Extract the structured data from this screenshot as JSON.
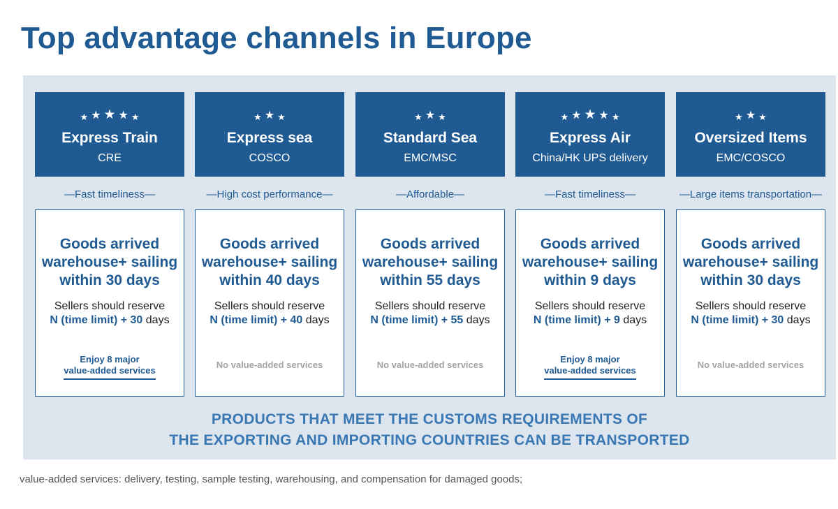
{
  "title": "Top advantage channels in Europe",
  "channels": [
    {
      "name": "Express Train",
      "carrier": "CRE",
      "stars": 5,
      "tagline": "—Fast timeliness—",
      "headline": [
        "Goods arrived",
        "warehouse+ sailing",
        "within 30 days"
      ],
      "reserve_prefix": "Sellers should reserve",
      "reserve_formula": "N (time limit) + 30",
      "reserve_unit": "days",
      "services": [
        "Enjoy 8 major",
        "value-added services"
      ],
      "services_available": true
    },
    {
      "name": "Express sea",
      "carrier": "COSCO",
      "stars": 3,
      "tagline": "—High cost performance—",
      "headline": [
        "Goods arrived",
        "warehouse+ sailing",
        "within 40 days"
      ],
      "reserve_prefix": "Sellers should reserve",
      "reserve_formula": "N (time limit) + 40",
      "reserve_unit": "days",
      "services": [
        "No value-added services"
      ],
      "services_available": false
    },
    {
      "name": "Standard Sea",
      "carrier": "EMC/MSC",
      "stars": 3,
      "tagline": "—Affordable—",
      "headline": [
        "Goods arrived",
        "warehouse+ sailing",
        "within 55 days"
      ],
      "reserve_prefix": "Sellers should reserve",
      "reserve_formula": "N (time limit) + 55",
      "reserve_unit": "days",
      "services": [
        "No value-added services"
      ],
      "services_available": false
    },
    {
      "name": "Express Air",
      "carrier": "China/HK UPS delivery",
      "stars": 5,
      "tagline": "—Fast timeliness—",
      "headline": [
        "Goods arrived",
        "warehouse+ sailing",
        "within 9 days"
      ],
      "reserve_prefix": "Sellers should reserve",
      "reserve_formula": "N (time limit) + 9",
      "reserve_unit": "days",
      "services": [
        "Enjoy 8 major",
        "value-added services"
      ],
      "services_available": true
    },
    {
      "name": "Oversized Items",
      "carrier": "EMC/COSCO",
      "stars": 3,
      "tagline": "—Large items transportation—",
      "headline": [
        "Goods arrived",
        "warehouse+ sailing",
        "within 30 days"
      ],
      "reserve_prefix": "Sellers should reserve",
      "reserve_formula": "N (time limit) + 30",
      "reserve_unit": "days",
      "services": [
        "No value-added services"
      ],
      "services_available": false
    }
  ],
  "footer": [
    "PRODUCTS THAT MEET THE CUSTOMS REQUIREMENTS OF",
    "THE EXPORTING AND IMPORTING COUNTRIES CAN BE TRANSPORTED"
  ],
  "note": "value-added services:  delivery, testing, sample testing, warehousing, and compensation for damaged goods;",
  "colors": {
    "primary": "#1f5a92",
    "panel": "#dde5ee",
    "footer_text": "#3a78b4",
    "muted": "#a4a4a4"
  },
  "icons": {
    "rating": "star-icon"
  }
}
